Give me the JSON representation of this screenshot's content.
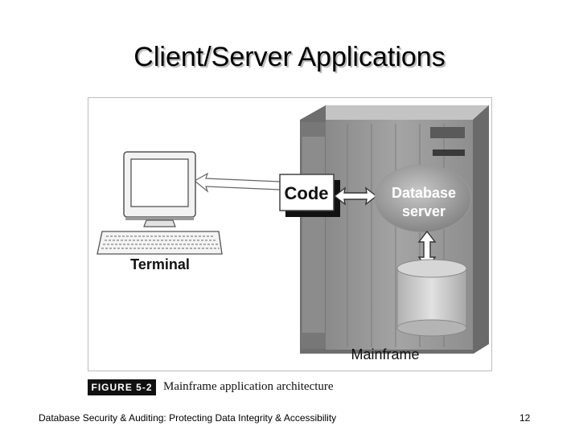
{
  "slide": {
    "title": "Client/Server Applications",
    "footer": "Database Security & Auditing: Protecting Data Integrity & Accessibility",
    "page_number": "12"
  },
  "figure": {
    "badge": "FIGURE 5-2",
    "caption": "Mainframe application architecture",
    "labels": {
      "code": "Code",
      "database_line1": "Database",
      "database_line2": "server",
      "mainframe": "Mainframe",
      "terminal": "Terminal"
    }
  }
}
